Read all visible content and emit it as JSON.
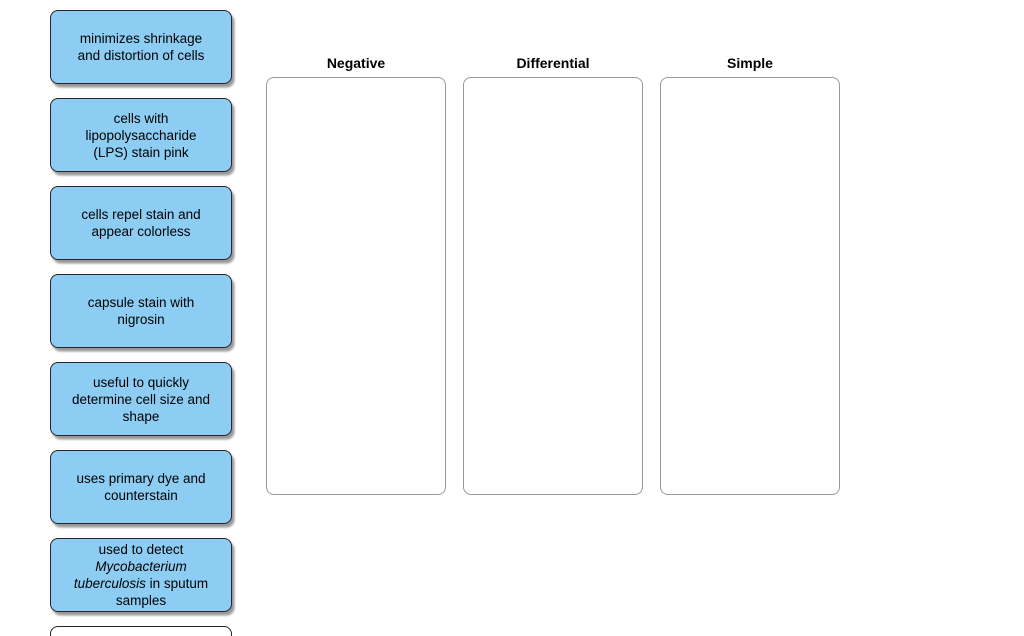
{
  "colors": {
    "page_background": "#ffffff",
    "card_fill": "#8dcdf4",
    "card_border": "#262626",
    "dropzone_border": "#999999",
    "text": "#000000"
  },
  "cards": [
    {
      "label": "minimizes shrinkage and distortion of cells",
      "lines": [
        [
          {
            "t": "minimizes shrinkage"
          }
        ],
        [
          {
            "t": "and distortion of cells"
          }
        ]
      ]
    },
    {
      "label": "cells with lipopolysaccharide (LPS) stain pink",
      "lines": [
        [
          {
            "t": "cells with"
          }
        ],
        [
          {
            "t": "lipopolysaccharide"
          }
        ],
        [
          {
            "t": "(LPS) stain pink"
          }
        ]
      ]
    },
    {
      "label": "cells repel stain and appear colorless",
      "lines": [
        [
          {
            "t": "cells repel stain and"
          }
        ],
        [
          {
            "t": "appear colorless"
          }
        ]
      ]
    },
    {
      "label": "capsule stain with nigrosin",
      "lines": [
        [
          {
            "t": "capsule stain with"
          }
        ],
        [
          {
            "t": "nigrosin"
          }
        ]
      ]
    },
    {
      "label": "useful to quickly determine cell size and shape",
      "lines": [
        [
          {
            "t": "useful to quickly"
          }
        ],
        [
          {
            "t": "determine cell size and"
          }
        ],
        [
          {
            "t": "shape"
          }
        ]
      ]
    },
    {
      "label": "uses primary dye and counterstain",
      "lines": [
        [
          {
            "t": "uses primary dye and"
          }
        ],
        [
          {
            "t": "counterstain"
          }
        ]
      ]
    },
    {
      "label": "used to detect Mycobacterium tuberculosis in sputum samples",
      "lines": [
        [
          {
            "t": "used to detect"
          }
        ],
        [
          {
            "t": "Mycobacterium",
            "i": true
          }
        ],
        [
          {
            "t": "tuberculosis",
            "i": true
          },
          {
            "t": " in sputum"
          }
        ],
        [
          {
            "t": "samples"
          }
        ]
      ]
    }
  ],
  "dropzones": [
    {
      "label": "Negative"
    },
    {
      "label": "Differential"
    },
    {
      "label": "Simple"
    }
  ]
}
